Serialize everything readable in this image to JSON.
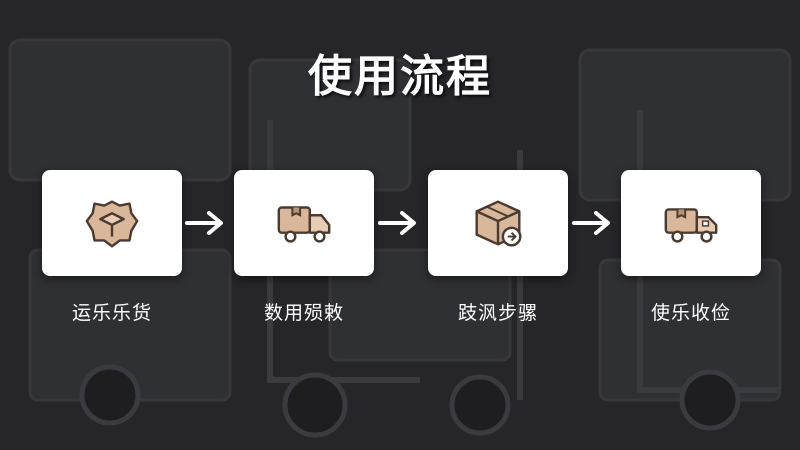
{
  "title": "使用流程",
  "steps": [
    {
      "label": "运乐乐货",
      "icon": "package-icon"
    },
    {
      "label": "数用殒敕",
      "icon": "delivery-truck-icon"
    },
    {
      "label": "跂沨步骡",
      "icon": "box-return-icon"
    },
    {
      "label": "使乐收俭",
      "icon": "truck-box-icon"
    }
  ],
  "colors": {
    "background": "#2b2c30",
    "card": "#ffffff",
    "icon_fill": "#d9b79a",
    "icon_stroke": "#4a3a30",
    "text": "#ffffff"
  }
}
